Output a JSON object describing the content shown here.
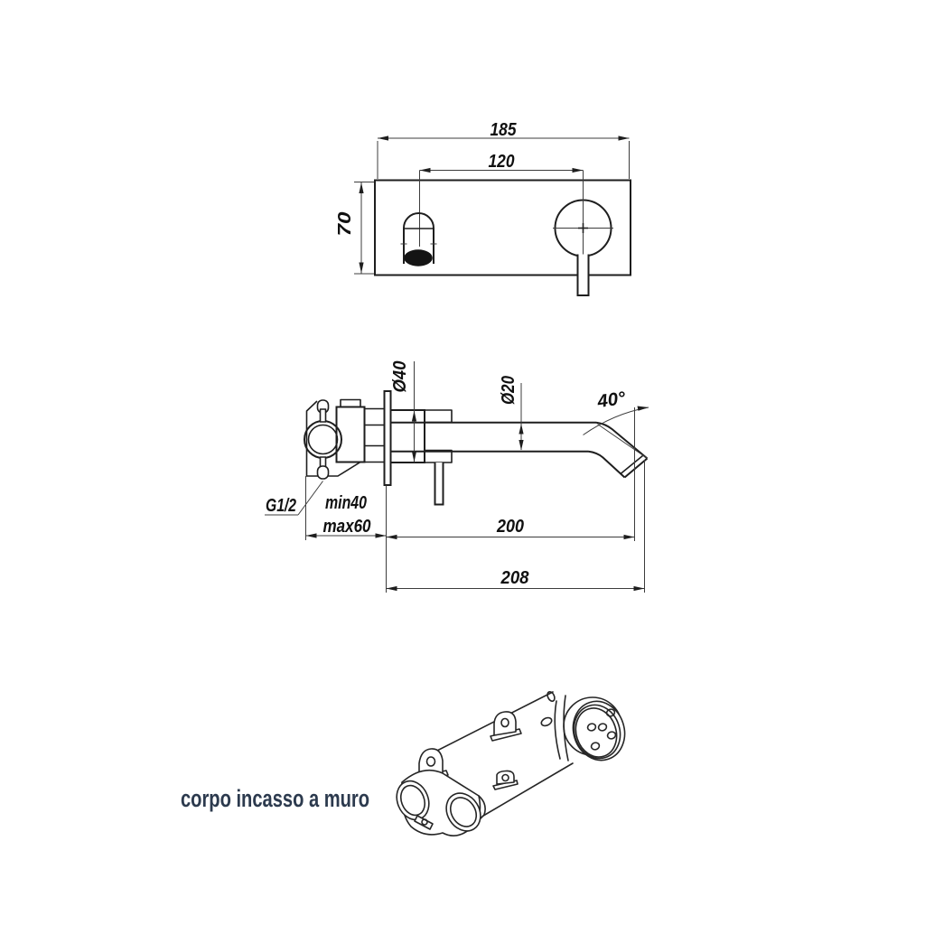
{
  "meta": {
    "background_color": "#ffffff",
    "line_color": "#1e1e1e",
    "caption_color": "#2c3a4e",
    "drawing_type": "faucet installation technical drawing"
  },
  "top_view": {
    "plate_width_mm": "185",
    "hole_spacing_mm": "120",
    "plate_height_mm": "70"
  },
  "side_view": {
    "escutcheon_diameter": "Ø40",
    "spout_diameter": "Ø20",
    "spout_angle": "40°",
    "inlet_thread": "G1/2",
    "recess_depth_min": "min40",
    "recess_depth_max": "max60",
    "spout_reach_mm": "200",
    "overall_reach_mm": "208"
  },
  "isometric_view": {
    "caption": "corpo incasso a muro"
  }
}
